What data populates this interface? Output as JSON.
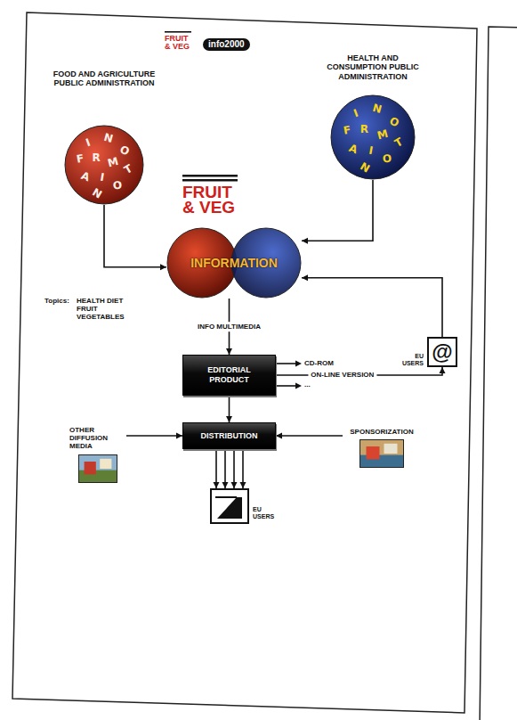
{
  "diagram": {
    "nodes": [
      {
        "text": [
          "FOOD AND AGRICULTURE PUBLIC ADMINISTRATION",
          "I",
          "N",
          "F",
          "O",
          "R",
          "M",
          "A",
          "T",
          "I",
          "O",
          "N"
        ]
      },
      {
        "text": [
          "HEALTH AND CONSUMPTION PUBLIC ADMINISTRATION",
          "I",
          "N",
          "F",
          "O",
          "R",
          "M",
          "A",
          "T",
          "I",
          "O",
          "N"
        ]
      },
      {
        "text": [
          "INFORMATION"
        ]
      },
      {
        "text": [
          "@",
          "EU USERS"
        ]
      },
      {
        "text": [
          "EDITORIAL PRODUCT"
        ]
      },
      {
        "text": [
          "DISTRIBUTION"
        ]
      },
      {
        "text": [
          "OTHER DIFFUSION MEDIA"
        ]
      },
      {
        "text": [
          "SPONSORIZATION"
        ]
      },
      {
        "text": [
          "EU USERS"
        ]
      }
    ],
    "edges": [
      {
        "from": 0,
        "to": 2,
        "arrow": "to"
      },
      {
        "from": 1,
        "to": 2,
        "arrow": "to"
      },
      {
        "from": 3,
        "to": 2,
        "arrow": "to"
      },
      {
        "from": 2,
        "to": 4,
        "label": "INFO MULTIMEDIA",
        "arrow": "to"
      },
      {
        "from": 4,
        "to": 3,
        "label": "ON-LINE VERSION",
        "arrow": "to"
      },
      {
        "from": 4,
        "to": 5,
        "arrow": "to"
      },
      {
        "from": 6,
        "to": 5,
        "arrow": "to"
      },
      {
        "from": 7,
        "to": 5,
        "arrow": "to"
      },
      {
        "from": 5,
        "to": 8,
        "arrow": "to"
      },
      {
        "from": 5,
        "to": 8,
        "arrow": "to"
      },
      {
        "from": 5,
        "to": 8,
        "arrow": "to"
      },
      {
        "from": 5,
        "to": 8,
        "arrow": "to"
      }
    ],
    "labels": [
      "FRUIT & VEG",
      "info2000",
      "FRUIT & VEG",
      "Topics:",
      "HEALTH DIET FRUIT VEGETABLES",
      "CD-ROM",
      "..."
    ]
  }
}
